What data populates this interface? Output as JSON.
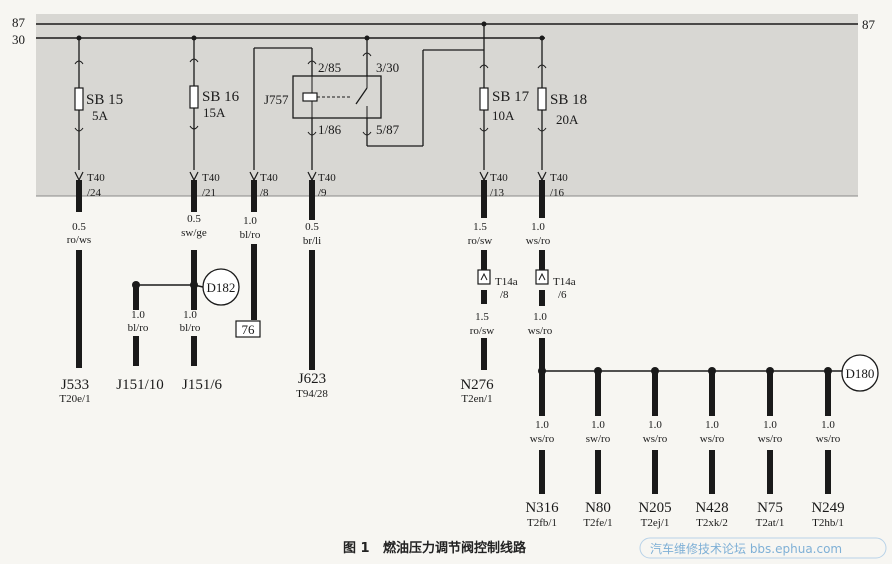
{
  "rails": {
    "left_top": "87",
    "left_bottom": "30",
    "right_top": "87"
  },
  "fuses": [
    {
      "id": "sb15",
      "name": "SB 15",
      "rating": "5A"
    },
    {
      "id": "sb16",
      "name": "SB 16",
      "rating": "15A"
    },
    {
      "id": "sb17",
      "name": "SB 17",
      "rating": "10A"
    },
    {
      "id": "sb18",
      "name": "SB 18",
      "rating": "20A"
    }
  ],
  "relay": {
    "name": "J757",
    "pins": [
      "2/85",
      "3/30",
      "1/86",
      "5/87"
    ]
  },
  "connectors": [
    {
      "id": "c1",
      "line1": "T40",
      "line2": "/24"
    },
    {
      "id": "c2",
      "line1": "T40",
      "line2": "/21"
    },
    {
      "id": "c3",
      "line1": "T40",
      "line2": "/8"
    },
    {
      "id": "c4",
      "line1": "T40",
      "line2": "/9"
    },
    {
      "id": "c5",
      "line1": "T40",
      "line2": "/13"
    },
    {
      "id": "c6",
      "line1": "T40",
      "line2": "/16"
    },
    {
      "id": "c7",
      "line1": "T14a",
      "line2": "/8"
    },
    {
      "id": "c8",
      "line1": "T14a",
      "line2": "/6"
    }
  ],
  "wires": [
    {
      "id": "w1",
      "gauge": "0.5",
      "color": "ro/ws"
    },
    {
      "id": "w2",
      "gauge": "0.5",
      "color": "sw/ge"
    },
    {
      "id": "w3",
      "gauge": "1.0",
      "color": "bl/ro"
    },
    {
      "id": "w4",
      "gauge": "0.5",
      "color": "br/li"
    },
    {
      "id": "w5",
      "gauge": "1.5",
      "color": "ro/sw"
    },
    {
      "id": "w6",
      "gauge": "1.0",
      "color": "ws/ro"
    },
    {
      "id": "w7",
      "gauge": "1.0",
      "color": "bl/ro"
    },
    {
      "id": "w8",
      "gauge": "1.0",
      "color": "bl/ro"
    },
    {
      "id": "w9",
      "gauge": "1.5",
      "color": "ro/sw"
    },
    {
      "id": "w10",
      "gauge": "1.0",
      "color": "ws/ro"
    },
    {
      "id": "w11",
      "gauge": "1.0",
      "color": "ws/ro"
    },
    {
      "id": "w12",
      "gauge": "1.0",
      "color": "sw/ro"
    },
    {
      "id": "w13",
      "gauge": "1.0",
      "color": "ws/ro"
    },
    {
      "id": "w14",
      "gauge": "1.0",
      "color": "ws/ro"
    },
    {
      "id": "w15",
      "gauge": "1.0",
      "color": "ws/ro"
    },
    {
      "id": "w16",
      "gauge": "1.0",
      "color": "ws/ro"
    }
  ],
  "ground_points": [
    "D182",
    "D180"
  ],
  "ref_box": "76",
  "components": [
    {
      "id": "j533",
      "name": "J533",
      "pin": "T20e/1"
    },
    {
      "id": "j151a",
      "name": "J151/10",
      "pin": ""
    },
    {
      "id": "j151b",
      "name": "J151/6",
      "pin": ""
    },
    {
      "id": "j623",
      "name": "J623",
      "pin": "T94/28"
    },
    {
      "id": "n276",
      "name": "N276",
      "pin": "T2en/1"
    },
    {
      "id": "n316",
      "name": "N316",
      "pin": "T2fb/1"
    },
    {
      "id": "n80",
      "name": "N80",
      "pin": "T2fe/1"
    },
    {
      "id": "n205",
      "name": "N205",
      "pin": "T2ej/1"
    },
    {
      "id": "n428",
      "name": "N428",
      "pin": "T2xk/2"
    },
    {
      "id": "n75",
      "name": "N75",
      "pin": "T2at/1"
    },
    {
      "id": "n249",
      "name": "N249",
      "pin": "T2hb/1"
    }
  ],
  "caption": {
    "num": "图 1",
    "title": "燃油压力调节阀控制线路"
  },
  "watermark": "汽车维修技术论坛 bbs.ephua.com",
  "colors": {
    "panel": "#d8d7d3",
    "wire": "#1a1a1a",
    "watermark": "#7fb0d6"
  }
}
